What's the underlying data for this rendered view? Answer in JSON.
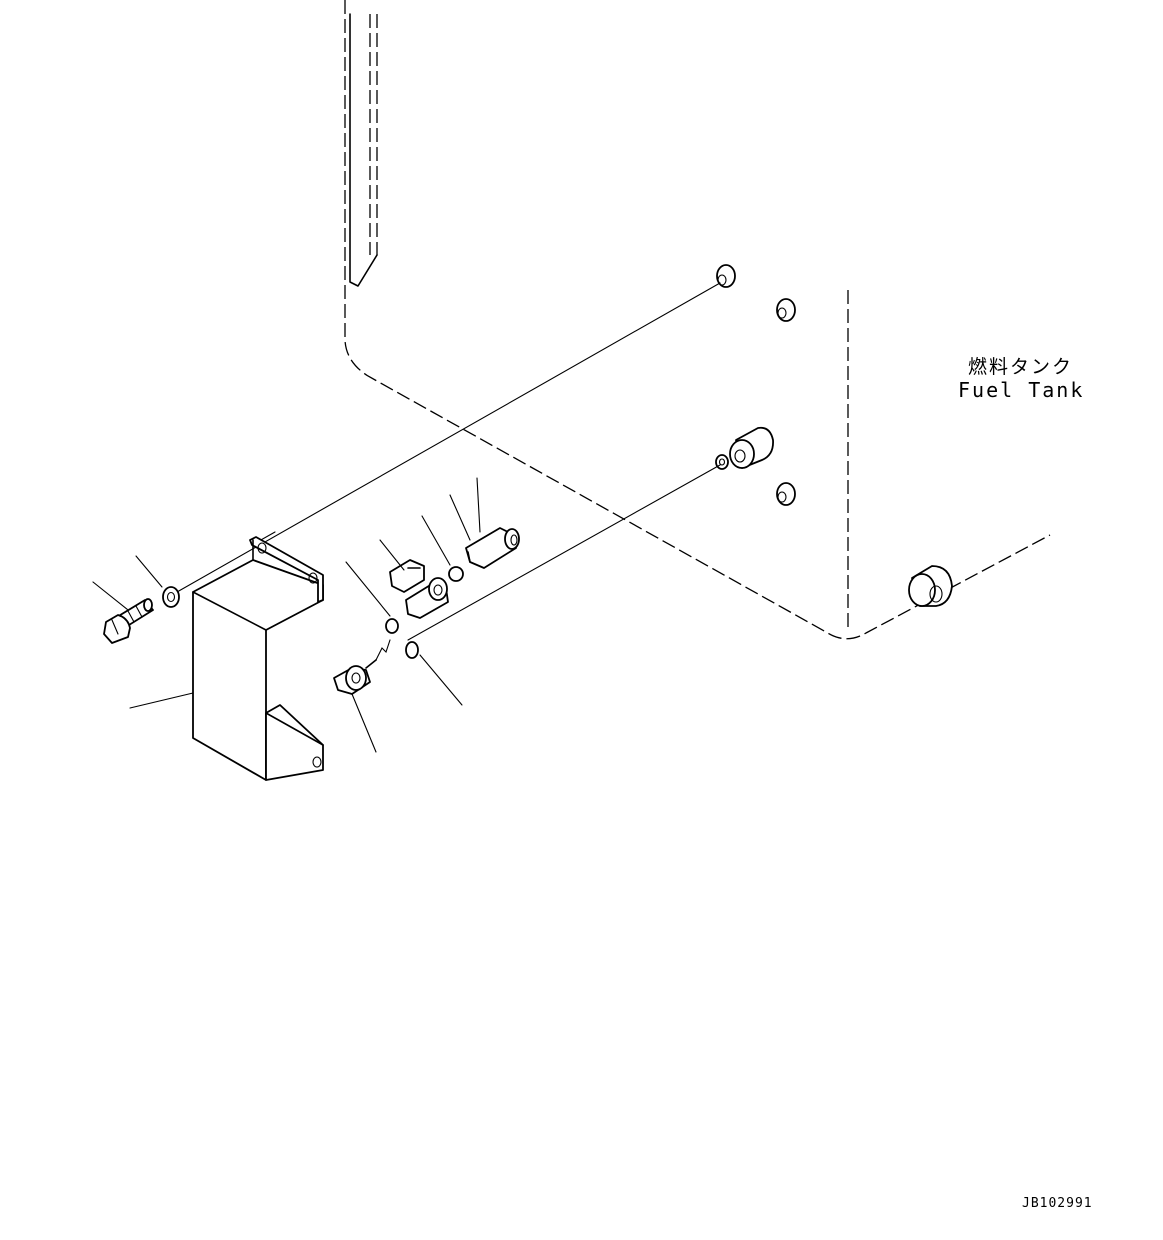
{
  "labels": {
    "fuel_tank_jp": "燃料タンク",
    "fuel_tank_en": "Fuel Tank"
  },
  "drawing_number": "JB102991"
}
